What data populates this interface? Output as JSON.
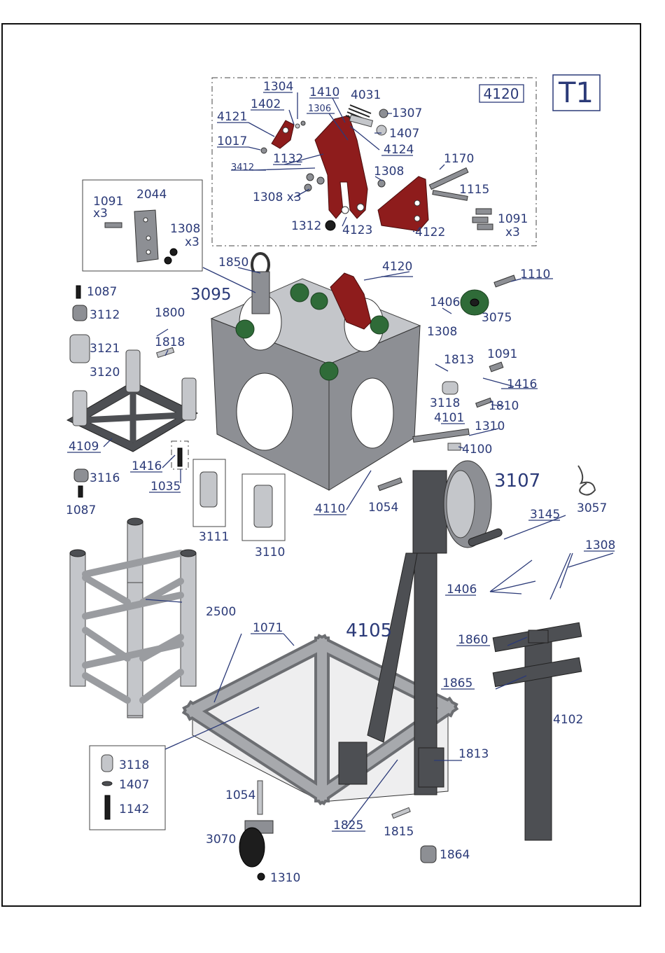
{
  "sheet": {
    "title": "T1",
    "assembly_box": "4120"
  },
  "labels": {
    "l1304": "1304",
    "l1402": "1402",
    "l1410": "1410",
    "l4031": "4031",
    "l1306": "1306",
    "l1307": "1307",
    "l1407a": "1407",
    "l4121": "4121",
    "l1017": "1017",
    "l1132": "1132",
    "l4124": "4124",
    "l3412": "3412",
    "l1308a": "1308",
    "l1308x3a": "1308 x3",
    "l1170": "1170",
    "l1115": "1115",
    "l1091a": "1091",
    "l1091a_x3": "x3",
    "l1312": "1312",
    "l4123": "4123",
    "l4122": "4122",
    "l1091b": "1091",
    "l1091b_x3": "x3",
    "l2044": "2044",
    "l1308b": "1308",
    "l1308b_x3": "x3",
    "l1850": "1850",
    "l4120b": "4120",
    "l3095": "3095",
    "l1110": "1110",
    "l1087a": "1087",
    "l3112": "3112",
    "l1800": "1800",
    "l1818": "1818",
    "l3121": "3121",
    "l3120": "3120",
    "l1406a": "1406",
    "l1308c": "1308",
    "l3075": "3075",
    "l1813a": "1813",
    "l1091c": "1091",
    "l1416a": "1416",
    "l3118a": "3118",
    "l1810": "1810",
    "l4101": "4101",
    "l1310a": "1310",
    "l4100": "4100",
    "l4109": "4109",
    "l1416b": "1416",
    "l1035": "1035",
    "l3116": "3116",
    "l1087b": "1087",
    "l3111": "3111",
    "l3110": "3110",
    "l4110": "4110",
    "l1054a": "1054",
    "l3107": "3107",
    "l3057": "3057",
    "l3145": "3145",
    "l1308d": "1308",
    "l1406b": "1406",
    "l2500": "2500",
    "l1071": "1071",
    "l4105": "4105",
    "l1860": "1860",
    "l1865": "1865",
    "l4102": "4102",
    "l3118b": "3118",
    "l1407b": "1407",
    "l1142": "1142",
    "l1813b": "1813",
    "l1054b": "1054",
    "l3070": "3070",
    "l1825": "1825",
    "l1815": "1815",
    "l1864": "1864",
    "l1310b": "1310"
  },
  "colors": {
    "label": "#2b3a78",
    "red_part": "#8e1c1c",
    "green_roller": "#2f6b38",
    "steel": "#8d8f94"
  }
}
